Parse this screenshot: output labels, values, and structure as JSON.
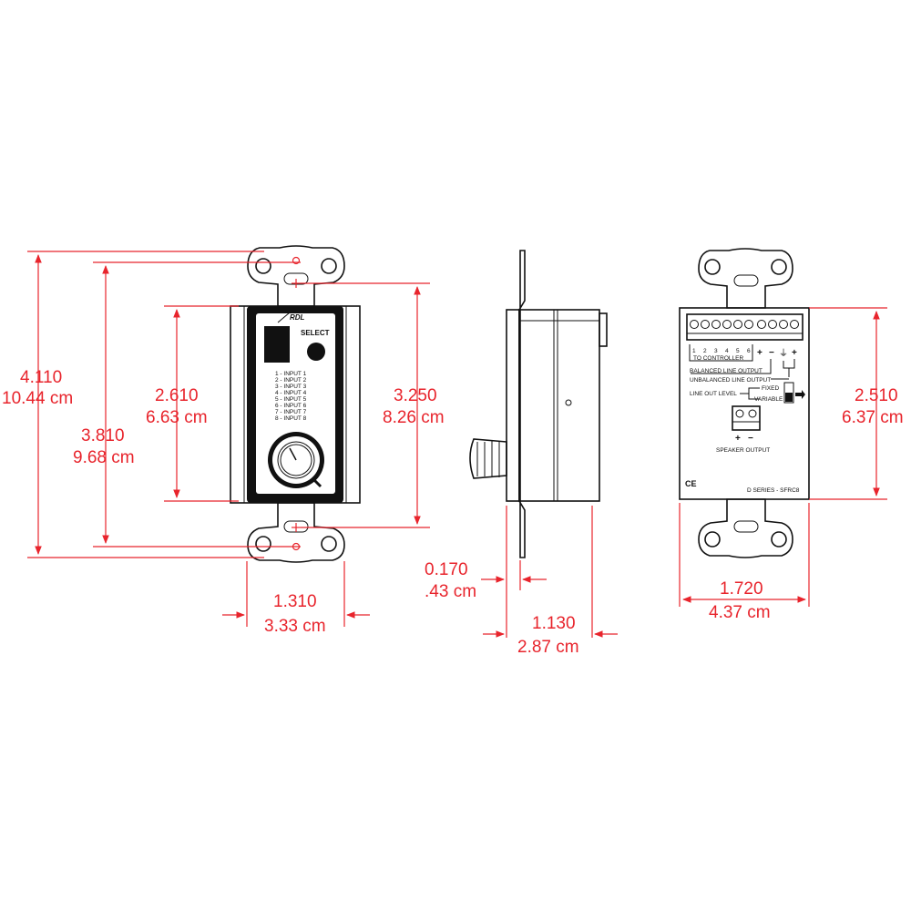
{
  "dimensions": {
    "front_total_height": {
      "inches": "4.110",
      "cm": "10.44 cm"
    },
    "front_mount_height": {
      "inches": "3.810",
      "cm": "9.68 cm"
    },
    "front_body_height": {
      "inches": "2.610",
      "cm": "6.63 cm"
    },
    "front_plate_height": {
      "inches": "3.250",
      "cm": "8.26 cm"
    },
    "front_width": {
      "inches": "1.310",
      "cm": "3.33 cm"
    },
    "side_flange": {
      "inches": "0.170",
      "cm": ".43 cm"
    },
    "side_depth": {
      "inches": "1.130",
      "cm": "2.87 cm"
    },
    "rear_height": {
      "inches": "2.510",
      "cm": "6.37 cm"
    },
    "rear_width": {
      "inches": "1.720",
      "cm": "4.37 cm"
    }
  },
  "front": {
    "brand": "RDL",
    "select_label": "SELECT",
    "inputs": [
      "1 - INPUT 1",
      "2 - INPUT 2",
      "3 - INPUT 3",
      "4 - INPUT 4",
      "5 - INPUT 5",
      "6 - INPUT 6",
      "7 - INPUT 7",
      "8 - INPUT 8"
    ]
  },
  "rear": {
    "terminal_numbers": [
      "1",
      "2",
      "3",
      "4",
      "5",
      "6"
    ],
    "to_controller": "TO CONTROLLER",
    "plus": "+",
    "minus": "−",
    "ground": "⏚",
    "balanced": "BALANCED LINE OUTPUT",
    "unbalanced": "UNBALANCED LINE OUTPUT",
    "line_out_level": "LINE OUT LEVEL",
    "fixed": "FIXED",
    "variable": "VARIABLE",
    "speaker_output": "SPEAKER OUTPUT",
    "ce_mark": "CE",
    "model": "D SERIES - SFRC8"
  },
  "colors": {
    "dimension": "#e8242c",
    "ink": "#111111",
    "panel": "#ffffff"
  }
}
